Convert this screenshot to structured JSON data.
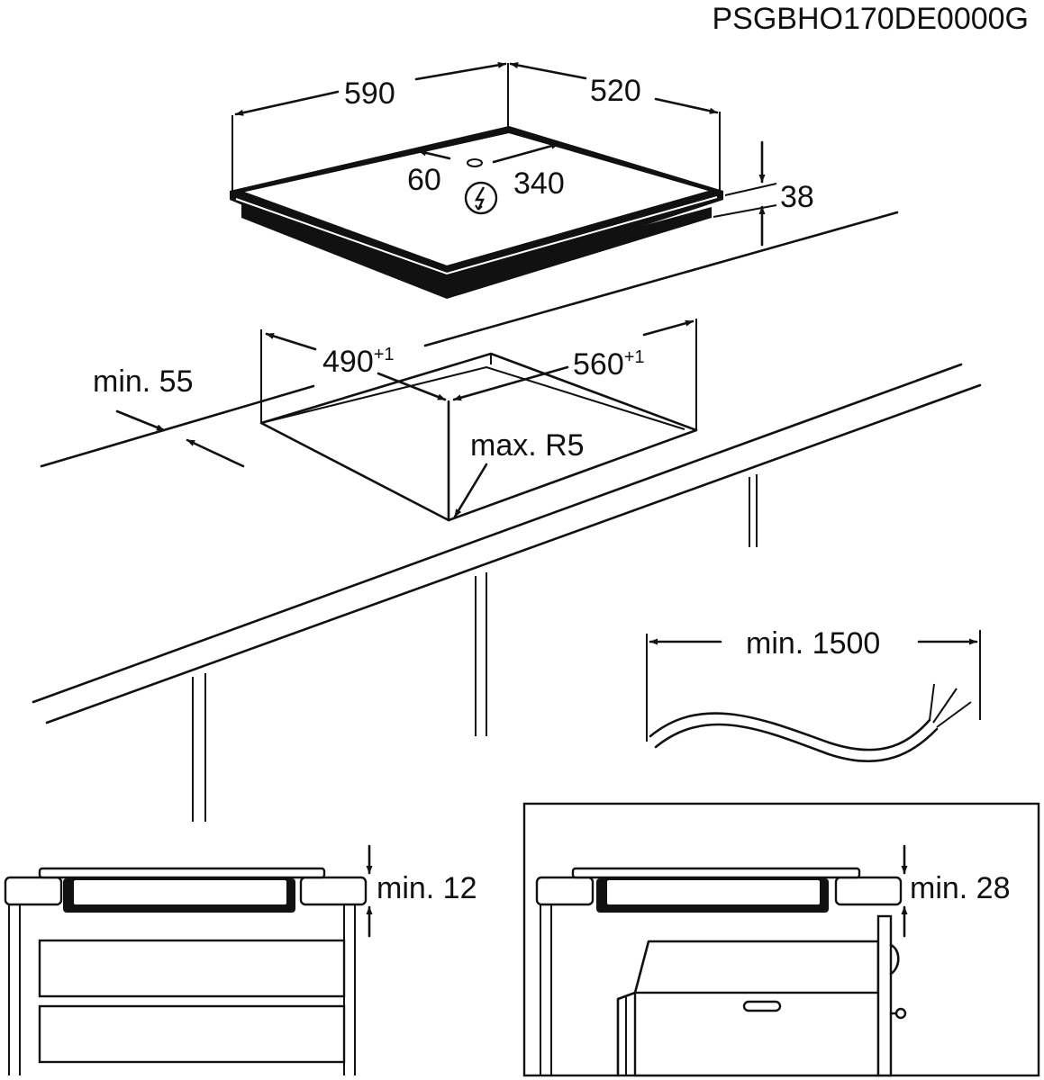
{
  "code": "PSGBHO170DE0000G",
  "hob": {
    "width": "590",
    "depth": "520",
    "height": "38",
    "cable_offset_side": "60",
    "cable_offset_back": "340"
  },
  "cutout": {
    "depth": "490",
    "depth_tol": "+1",
    "width": "560",
    "width_tol": "+1",
    "min_front_label": "min. 55",
    "radius_label": "max. R5"
  },
  "cable": {
    "min_length": "min. 1500"
  },
  "install_left": {
    "clearance": "min. 12"
  },
  "install_right": {
    "clearance": "min. 28"
  }
}
